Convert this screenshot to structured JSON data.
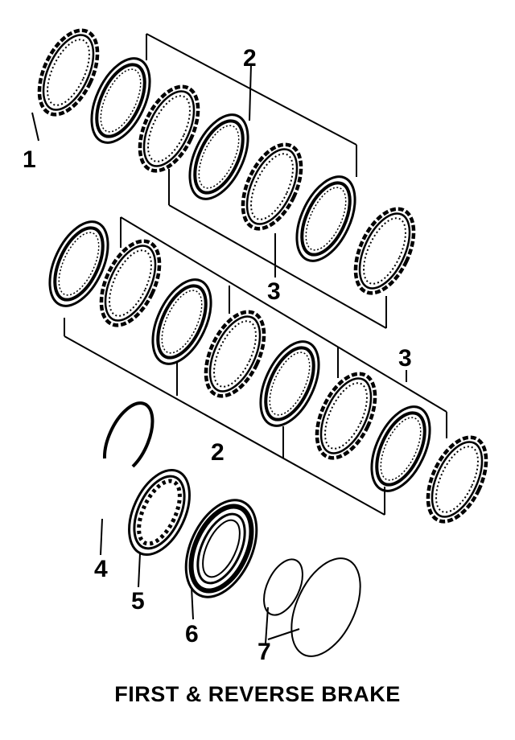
{
  "title": "FIRST & REVERSE BRAKE",
  "callouts": {
    "c1": "1",
    "c2a": "2",
    "c3a": "3",
    "c3b": "3",
    "c2b": "2",
    "c4": "4",
    "c5": "5",
    "c6": "6",
    "c7": "7"
  }
}
